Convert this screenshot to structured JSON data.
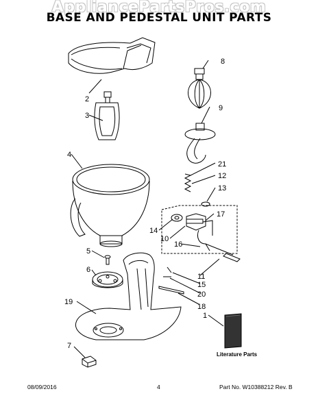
{
  "watermark": "AppliancePartsPros.com",
  "title": "BASE AND PEDESTAL UNIT PARTS",
  "callouts": {
    "c1": "1",
    "c2": "2",
    "c3": "3",
    "c4": "4",
    "c5": "5",
    "c6": "6",
    "c7": "7",
    "c8": "8",
    "c9": "9",
    "c10": "10",
    "c11": "11",
    "c12": "12",
    "c13": "13",
    "c14": "14",
    "c15": "15",
    "c16": "16",
    "c17": "17",
    "c18": "18",
    "c19": "19",
    "c20": "20",
    "c21": "21"
  },
  "literature_label": "Literature Parts",
  "footer": {
    "date": "08/09/2016",
    "page": "4",
    "part_no": "Part No. W10388212  Rev. B"
  }
}
